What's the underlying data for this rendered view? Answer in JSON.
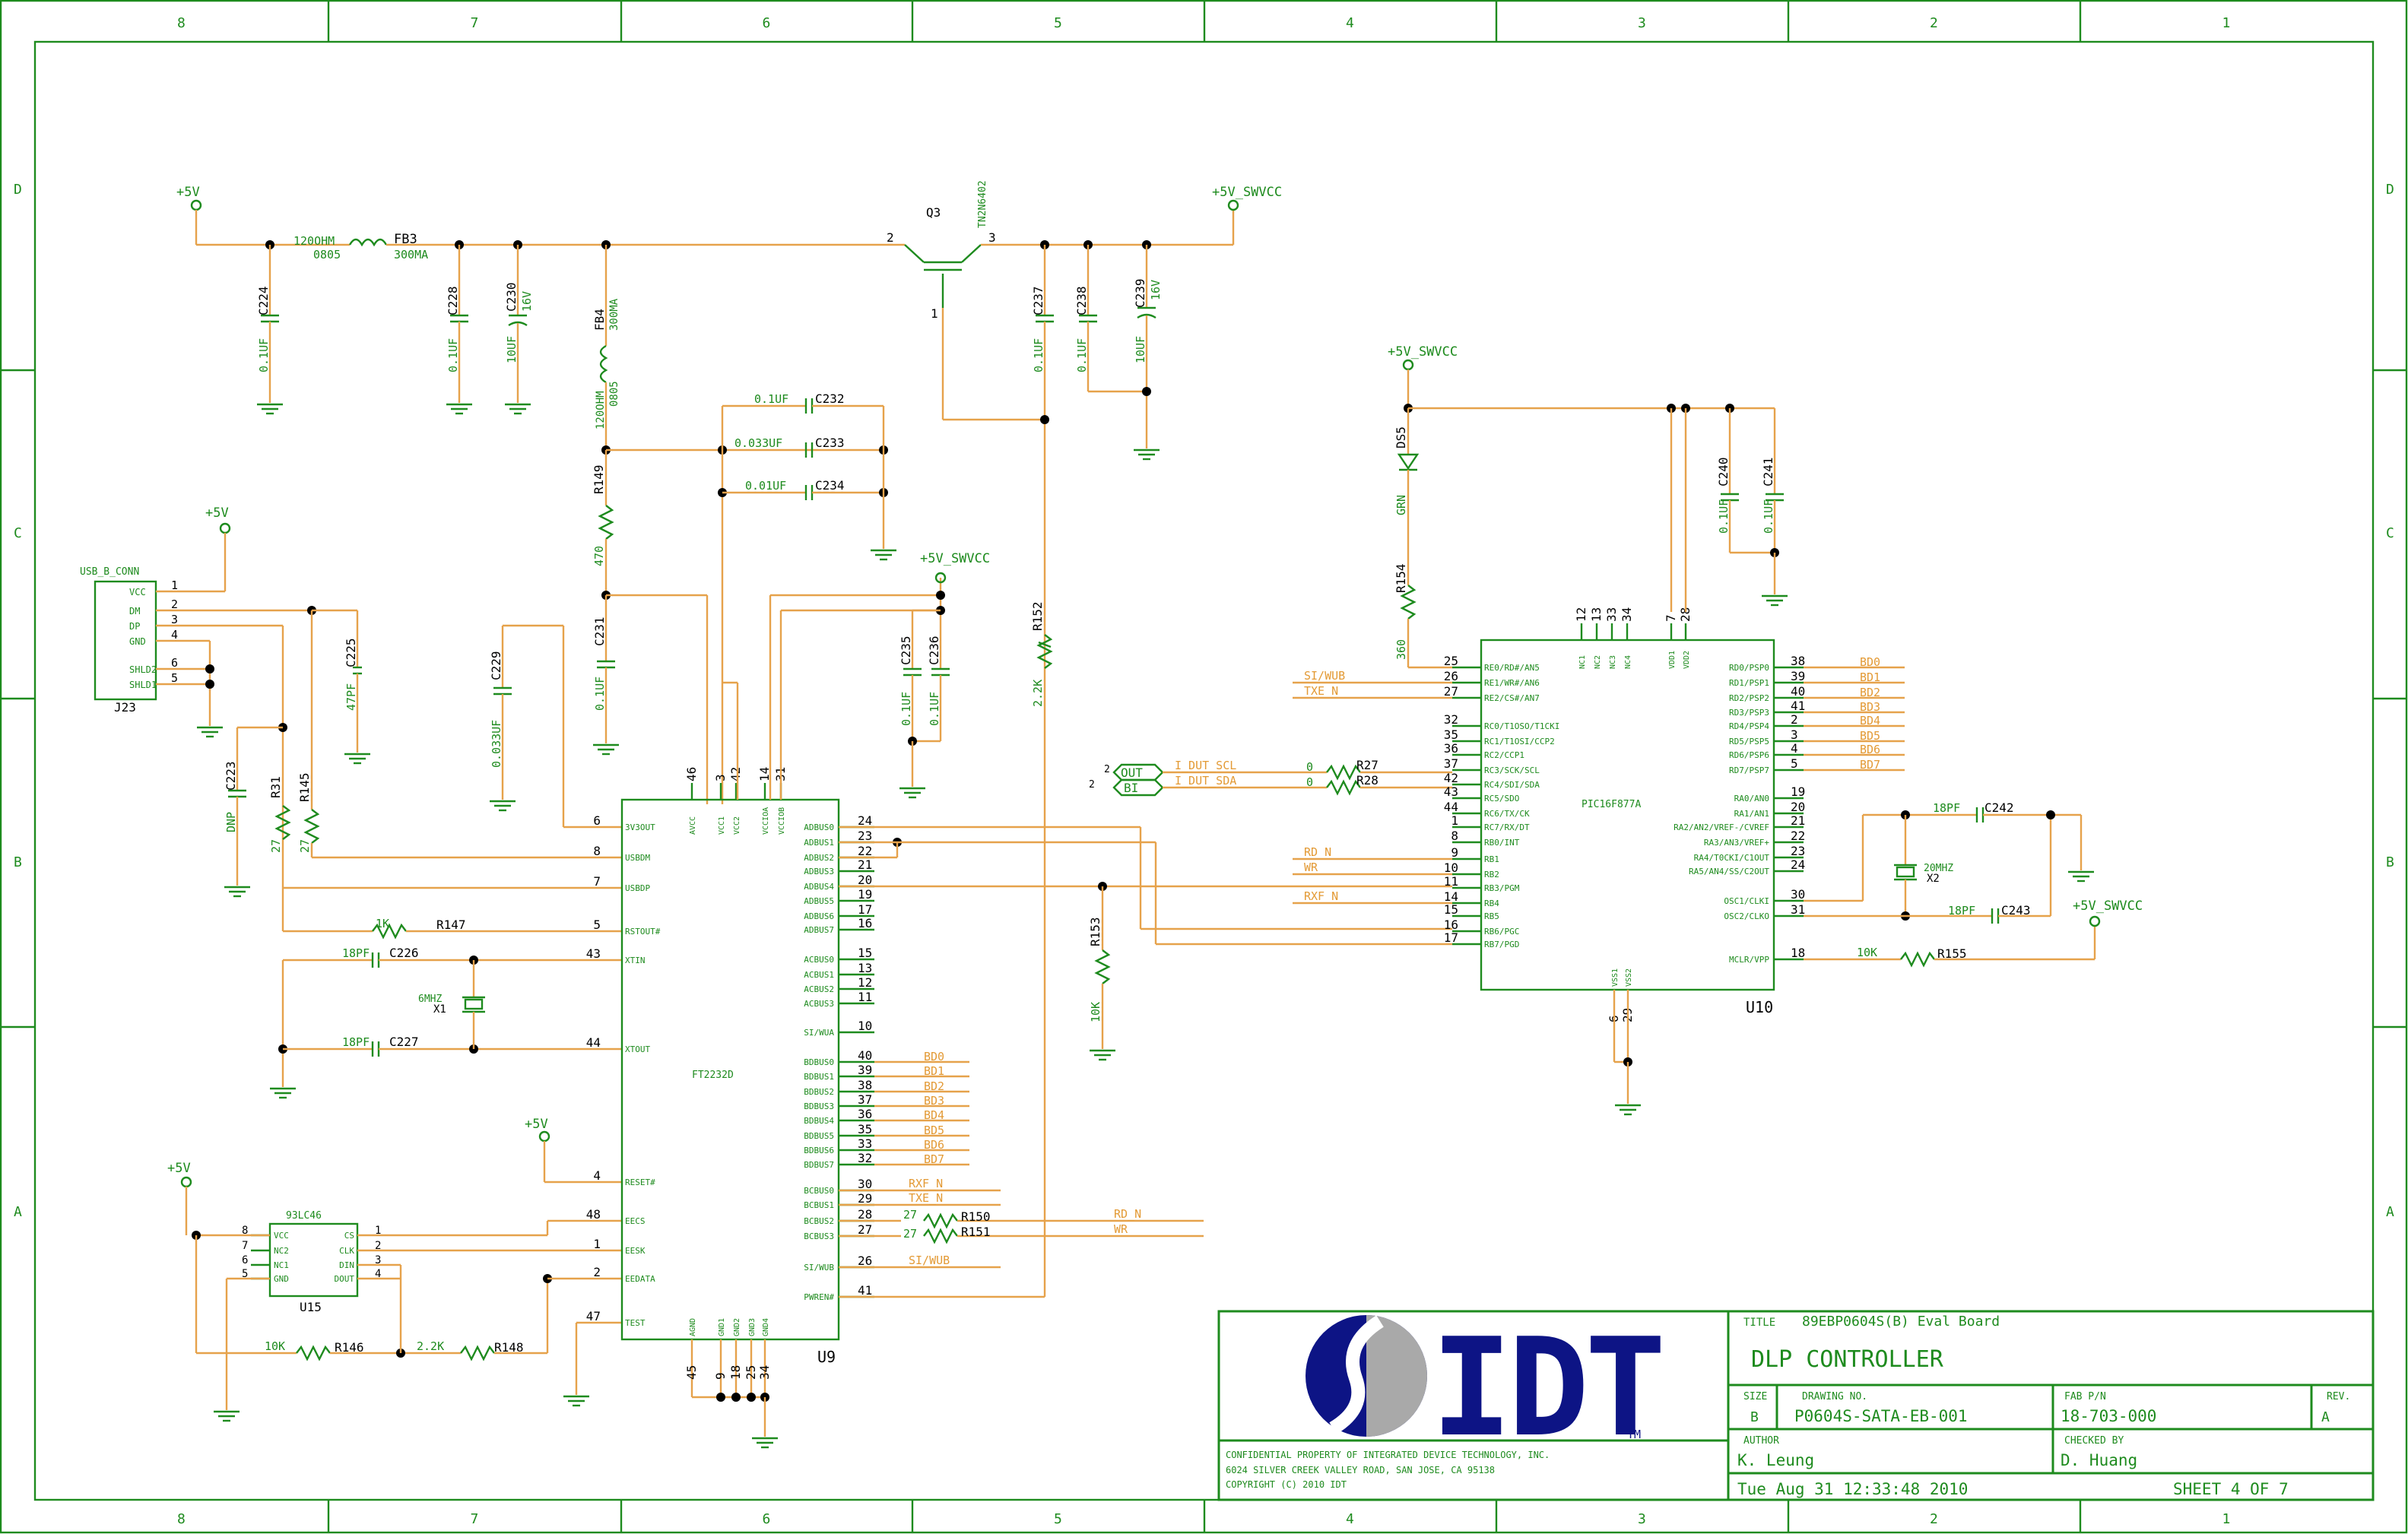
{
  "colors": {
    "wire": "#e6a24b",
    "component": "#1e8b1e",
    "ink": "#000000",
    "logo_blue": "#0d1485"
  },
  "border": {
    "columns": [
      "8",
      "7",
      "6",
      "5",
      "4",
      "3",
      "2",
      "1"
    ],
    "rows": [
      "D",
      "C",
      "B",
      "A"
    ]
  },
  "title_block": {
    "title_label": "TITLE",
    "title": "89EBP0604S(B) Eval Board",
    "subtitle": "DLP CONTROLLER",
    "size_label": "SIZE",
    "size": "B",
    "drawing_label": "DRAWING NO.",
    "drawing_no": "P0604S-SATA-EB-001",
    "fab_label": "FAB P/N",
    "fab_pn": "18-703-000",
    "rev_label": "REV.",
    "rev": "A",
    "author_label": "AUTHOR",
    "author": "K. Leung",
    "checked_label": "CHECKED BY",
    "checked": "D. Huang",
    "date": "Tue Aug 31 12:33:48 2010",
    "sheet": "SHEET 4 OF 7",
    "logo_text": "IDT",
    "logo_tm": "TM",
    "confidential_1": "CONFIDENTIAL PROPERTY OF INTEGRATED DEVICE TECHNOLOGY, INC.",
    "confidential_2": "6024 SILVER CREEK VALLEY ROAD, SAN JOSE, CA 95138",
    "copyright": "COPYRIGHT (C)   2010   IDT"
  },
  "power": {
    "p5v_a": "+5V",
    "p5v_b": "+5V",
    "p5v_c": "+5V",
    "p5v_d": "+5V",
    "swvcc_a": "+5V_SWVCC",
    "swvcc_b": "+5V_SWVCC",
    "swvcc_c": "+5V_SWVCC",
    "swvcc_d": "+5V_SWVCC"
  },
  "parts": {
    "fb3": "FB3",
    "fb3_val": "120OHM",
    "fb3_pkg": "0805",
    "fb3_cur": "300MA",
    "fb4": "FB4",
    "fb4_val": "120OHM",
    "fb4_pkg": "0805",
    "fb4_cur": "300MA",
    "c224": "C224",
    "c224_v": "0.1UF",
    "c228": "C228",
    "c228_v": "0.1UF",
    "c230": "C230",
    "c230_v": "10UF",
    "c230_r": "16V",
    "c237": "C237",
    "c237_v": "0.1UF",
    "c238": "C238",
    "c238_v": "0.1UF",
    "c239": "C239",
    "c239_v": "10UF",
    "c239_r": "16V",
    "q3": "Q3",
    "q3_part": "TN2N6402",
    "q3_p2": "2",
    "q3_p3": "3",
    "q3_p1": "1",
    "c232": "C232",
    "c232_v": "0.1UF",
    "c233": "C233",
    "c233_v": "0.033UF",
    "c234": "C234",
    "c234_v": "0.01UF",
    "r149": "R149",
    "r149_v": "470",
    "c231": "C231",
    "c231_v": "0.1UF",
    "c229": "C229",
    "c229_v": "0.033UF",
    "c235": "C235",
    "c235_v": "0.1UF",
    "c236": "C236",
    "c236_v": "0.1UF",
    "r152": "R152",
    "r152_v": "2.2K",
    "r153": "R153",
    "r153_v": "10K",
    "ds5": "DS5",
    "ds5_v": "GRN",
    "r154": "R154",
    "r154_v": "360",
    "c240": "C240",
    "c240_v": "0.1UF",
    "c241": "C241",
    "c241_v": "0.1UF",
    "c242": "C242",
    "c242_v": "18PF",
    "c243": "C243",
    "c243_v": "18PF",
    "x2": "X2",
    "x2_v": "20MHZ",
    "r155": "R155",
    "r155_v": "10K",
    "r27": "R27",
    "r27_v": "0",
    "r28": "R28",
    "r28_v": "0",
    "c225": "C225",
    "c225_v": "47PF",
    "c223": "C223",
    "c223_v": "DNP",
    "r31": "R31",
    "r31_v": "27",
    "r145": "R145",
    "r145_v": "27",
    "r147": "R147",
    "r147_v": "1K",
    "c226": "C226",
    "c226_v": "18PF",
    "c227": "C227",
    "c227_v": "18PF",
    "x1": "X1",
    "x1_v": "6MHZ",
    "r146": "R146",
    "r146_v": "10K",
    "r148": "R148",
    "r148_v": "2.2K",
    "r150": "R150",
    "r150_v": "27",
    "r151": "R151",
    "r151_v": "27",
    "u15_part": "93LC46",
    "u15": "U15",
    "j23_part": "USB_B_CONN",
    "j23": "J23",
    "u9_part": "FT2232D",
    "u9": "U9",
    "u10_part": "PIC16F877A",
    "u10": "U10"
  },
  "j23_pins": [
    {
      "num": "1",
      "name": "VCC"
    },
    {
      "num": "2",
      "name": "DM"
    },
    {
      "num": "3",
      "name": "DP"
    },
    {
      "num": "4",
      "name": "GND"
    },
    {
      "num": "6",
      "name": "SHLD2"
    },
    {
      "num": "5",
      "name": "SHLD1"
    }
  ],
  "u15_left": [
    {
      "num": "8",
      "name": "VCC"
    },
    {
      "num": "7",
      "name": "NC2"
    },
    {
      "num": "6",
      "name": "NC1"
    },
    {
      "num": "5",
      "name": "GND"
    }
  ],
  "u15_right": [
    {
      "num": "1",
      "name": "CS"
    },
    {
      "num": "2",
      "name": "CLK"
    },
    {
      "num": "3",
      "name": "DIN"
    },
    {
      "num": "4",
      "name": "DOUT"
    }
  ],
  "u9_left": [
    {
      "num": "6",
      "name": "3V3OUT"
    },
    {
      "num": "8",
      "name": "USBDM"
    },
    {
      "num": "7",
      "name": "USBDP"
    },
    {
      "num": "5",
      "name": "RSTOUT#"
    },
    {
      "num": "43",
      "name": "XTIN"
    },
    {
      "num": "44",
      "name": "XTOUT"
    },
    {
      "num": "4",
      "name": "RESET#"
    },
    {
      "num": "48",
      "name": "EECS"
    },
    {
      "num": "1",
      "name": "EESK"
    },
    {
      "num": "2",
      "name": "EEDATA"
    },
    {
      "num": "47",
      "name": "TEST"
    }
  ],
  "u9_top": [
    {
      "num": "46",
      "name": "AVCC"
    },
    {
      "num": "3",
      "name": "VCC1"
    },
    {
      "num": "42",
      "name": "VCC2"
    },
    {
      "num": "14",
      "name": "VCCIOA"
    },
    {
      "num": "31",
      "name": "VCCIOB"
    }
  ],
  "u9_bottom": [
    {
      "num": "45",
      "name": "AGND"
    },
    {
      "num": "9",
      "name": "GND1"
    },
    {
      "num": "18",
      "name": "GND2"
    },
    {
      "num": "25",
      "name": "GND3"
    },
    {
      "num": "34",
      "name": "GND4"
    }
  ],
  "u9_right": [
    {
      "num": "24",
      "name": "ADBUS0"
    },
    {
      "num": "23",
      "name": "ADBUS1"
    },
    {
      "num": "22",
      "name": "ADBUS2"
    },
    {
      "num": "21",
      "name": "ADBUS3"
    },
    {
      "num": "20",
      "name": "ADBUS4"
    },
    {
      "num": "19",
      "name": "ADBUS5"
    },
    {
      "num": "17",
      "name": "ADBUS6"
    },
    {
      "num": "16",
      "name": "ADBUS7"
    },
    {
      "num": "15",
      "name": "ACBUS0"
    },
    {
      "num": "13",
      "name": "ACBUS1"
    },
    {
      "num": "12",
      "name": "ACBUS2"
    },
    {
      "num": "11",
      "name": "ACBUS3"
    },
    {
      "num": "10",
      "name": "SI/WUA"
    },
    {
      "num": "40",
      "name": "BDBUS0"
    },
    {
      "num": "39",
      "name": "BDBUS1"
    },
    {
      "num": "38",
      "name": "BDBUS2"
    },
    {
      "num": "37",
      "name": "BDBUS3"
    },
    {
      "num": "36",
      "name": "BDBUS4"
    },
    {
      "num": "35",
      "name": "BDBUS5"
    },
    {
      "num": "33",
      "name": "BDBUS6"
    },
    {
      "num": "32",
      "name": "BDBUS7"
    },
    {
      "num": "30",
      "name": "BCBUS0"
    },
    {
      "num": "29",
      "name": "BCBUS1"
    },
    {
      "num": "28",
      "name": "BCBUS2"
    },
    {
      "num": "27",
      "name": "BCBUS3"
    },
    {
      "num": "26",
      "name": "SI/WUB"
    },
    {
      "num": "41",
      "name": "PWREN#"
    }
  ],
  "u9_bd_nets": [
    "BD0",
    "BD1",
    "BD2",
    "BD3",
    "BD4",
    "BD5",
    "BD6",
    "BD7"
  ],
  "u9_bc_nets": [
    "RXF_N",
    "TXE_N",
    "RD_N",
    "WR",
    "SI/WUB"
  ],
  "u10_left": [
    {
      "num": "25",
      "name": "RE0/RD#/AN5"
    },
    {
      "num": "26",
      "name": "RE1/WR#/AN6"
    },
    {
      "num": "27",
      "name": "RE2/CS#/AN7"
    },
    {
      "num": "32",
      "name": "RC0/T1OSO/T1CKI"
    },
    {
      "num": "35",
      "name": "RC1/T1OSI/CCP2"
    },
    {
      "num": "36",
      "name": "RC2/CCP1"
    },
    {
      "num": "37",
      "name": "RC3/SCK/SCL"
    },
    {
      "num": "42",
      "name": "RC4/SDI/SDA"
    },
    {
      "num": "43",
      "name": "RC5/SDO"
    },
    {
      "num": "44",
      "name": "RC6/TX/CK"
    },
    {
      "num": "1",
      "name": "RC7/RX/DT"
    },
    {
      "num": "8",
      "name": "RB0/INT"
    },
    {
      "num": "9",
      "name": "RB1"
    },
    {
      "num": "10",
      "name": "RB2"
    },
    {
      "num": "11",
      "name": "RB3/PGM"
    },
    {
      "num": "14",
      "name": "RB4"
    },
    {
      "num": "15",
      "name": "RB5"
    },
    {
      "num": "16",
      "name": "RB6/PGC"
    },
    {
      "num": "17",
      "name": "RB7/PGD"
    }
  ],
  "u10_right": [
    {
      "num": "38",
      "name": "RD0/PSP0"
    },
    {
      "num": "39",
      "name": "RD1/PSP1"
    },
    {
      "num": "40",
      "name": "RD2/PSP2"
    },
    {
      "num": "41",
      "name": "RD3/PSP3"
    },
    {
      "num": "2",
      "name": "RD4/PSP4"
    },
    {
      "num": "3",
      "name": "RD5/PSP5"
    },
    {
      "num": "4",
      "name": "RD6/PSP6"
    },
    {
      "num": "5",
      "name": "RD7/PSP7"
    },
    {
      "num": "19",
      "name": "RA0/AN0"
    },
    {
      "num": "20",
      "name": "RA1/AN1"
    },
    {
      "num": "21",
      "name": "RA2/AN2/VREF-/CVREF"
    },
    {
      "num": "22",
      "name": "RA3/AN3/VREF+"
    },
    {
      "num": "23",
      "name": "RA4/T0CKI/C1OUT"
    },
    {
      "num": "24",
      "name": "RA5/AN4/SS/C2OUT"
    },
    {
      "num": "30",
      "name": "OSC1/CLKI"
    },
    {
      "num": "31",
      "name": "OSC2/CLKO"
    },
    {
      "num": "18",
      "name": "MCLR/VPP"
    }
  ],
  "u10_top": [
    {
      "num": "12",
      "name": "NC1"
    },
    {
      "num": "13",
      "name": "NC2"
    },
    {
      "num": "33",
      "name": "NC3"
    },
    {
      "num": "34",
      "name": "NC4"
    },
    {
      "num": "7",
      "name": "VDD1"
    },
    {
      "num": "28",
      "name": "VDD2"
    }
  ],
  "u10_bottom": [
    {
      "num": "6",
      "name": "VSS1"
    },
    {
      "num": "29",
      "name": "VSS2"
    }
  ],
  "u10_rd_nets": [
    "BD0",
    "BD1",
    "BD2",
    "BD3",
    "BD4",
    "BD5",
    "BD6",
    "BD7"
  ],
  "u10_nets": {
    "si_wub": "SI/WUB",
    "txe_n": "TXE_N",
    "rd_n": "RD_N",
    "wr": "WR",
    "rxf_n": "RXF_N"
  },
  "i2c": {
    "scl": "I_DUT_SCL",
    "sda": "I_DUT_SDA",
    "out": "OUT",
    "bi": "BI",
    "pin_a": "2",
    "pin_b": "2"
  }
}
